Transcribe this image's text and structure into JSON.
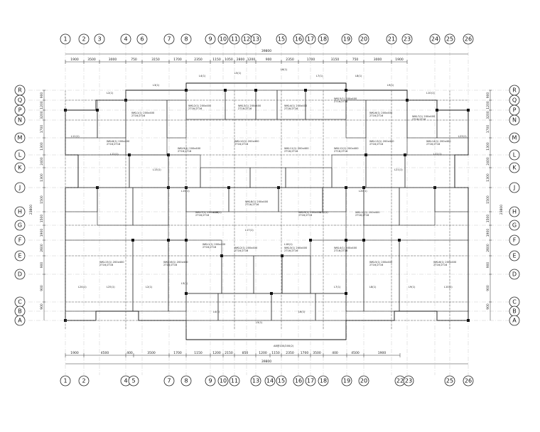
{
  "drawing": {
    "axes_top": [
      "1",
      "2",
      "3",
      "4",
      "6",
      "7",
      "8",
      "9",
      "10",
      "11",
      "12",
      "13",
      "15",
      "16",
      "17",
      "18",
      "19",
      "20",
      "21",
      "23",
      "24",
      "25",
      "26"
    ],
    "axes_bottom": [
      "1",
      "2",
      "4",
      "5",
      "7",
      "8",
      "9",
      "10",
      "11",
      "13",
      "14",
      "15",
      "16",
      "17",
      "18",
      "19",
      "20",
      "22",
      "23",
      "25",
      "26"
    ],
    "axes_rows": [
      "R",
      "Q",
      "P",
      "N",
      "M",
      "L",
      "K",
      "J",
      "H",
      "G",
      "F",
      "E",
      "D",
      "C",
      "B",
      "A"
    ],
    "dims_top": [
      "1900",
      "3500",
      "3000",
      "750",
      "3150",
      "1700",
      "2350",
      "1150",
      "1050",
      "2800",
      "1200",
      "900",
      "2350",
      "1700",
      "3150",
      "750",
      "3000",
      "1900"
    ],
    "dims_bottom": [
      "1900",
      "4500",
      "400",
      "3500",
      "1700",
      "1150",
      "1200",
      "2150",
      "850",
      "1200",
      "1150",
      "2350",
      "1700",
      "3500",
      "400",
      "4500",
      "1900"
    ],
    "overall_top": "39800",
    "overall_bottom": "39800",
    "overall_side": "23800",
    "dims_left": [
      "900",
      "1200",
      "3200",
      "1700",
      "1300",
      "2400",
      "1300",
      "1500",
      "1500",
      "1900",
      "2600",
      "900",
      "900",
      "900"
    ],
    "dims_right": [
      "900",
      "1200",
      "3200",
      "1700",
      "1300",
      "2400",
      "1300",
      "1500",
      "1500",
      "1900",
      "2600",
      "900",
      "900",
      "900"
    ],
    "beam_labels": [
      "L2(1)",
      "L3(1)",
      "L4(1)",
      "L5(1)",
      "L6(1)",
      "L7(1)",
      "L8(1)",
      "L9(1)",
      "L10(1)",
      "L11(1)",
      "L12(1)",
      "L13(1)",
      "L15(1)",
      "L16(1)",
      "L17(1)",
      "L18(1)",
      "L19(1)",
      "L20(1)",
      "L21(1)",
      "L22(1)",
      "L23(1)",
      "L24(1)",
      "L25(1)"
    ],
    "wkl_labels": [
      "WKL1(1) 200x400",
      "WKL2(1) 200x400",
      "WKL3(1) 200x400",
      "WKL4(1) 200x400",
      "WKL5(1) 200x400",
      "WKL6(1) 200x400",
      "WKL7(1) 200x400",
      "WKL8(1) 200x400",
      "WKL9(1) 200x400",
      "WKL10(1) 200x400",
      "WKL11(1) 200x400",
      "WKL12(1) 200x400",
      "WKL13(1) 200x400",
      "WKL14(1) 200x400",
      "WKL15(1) 200x400",
      "WKL16(1) 200x400"
    ],
    "rebar_note": "2T16;2T16",
    "stirrup_note": "A8@100/200(2)"
  }
}
